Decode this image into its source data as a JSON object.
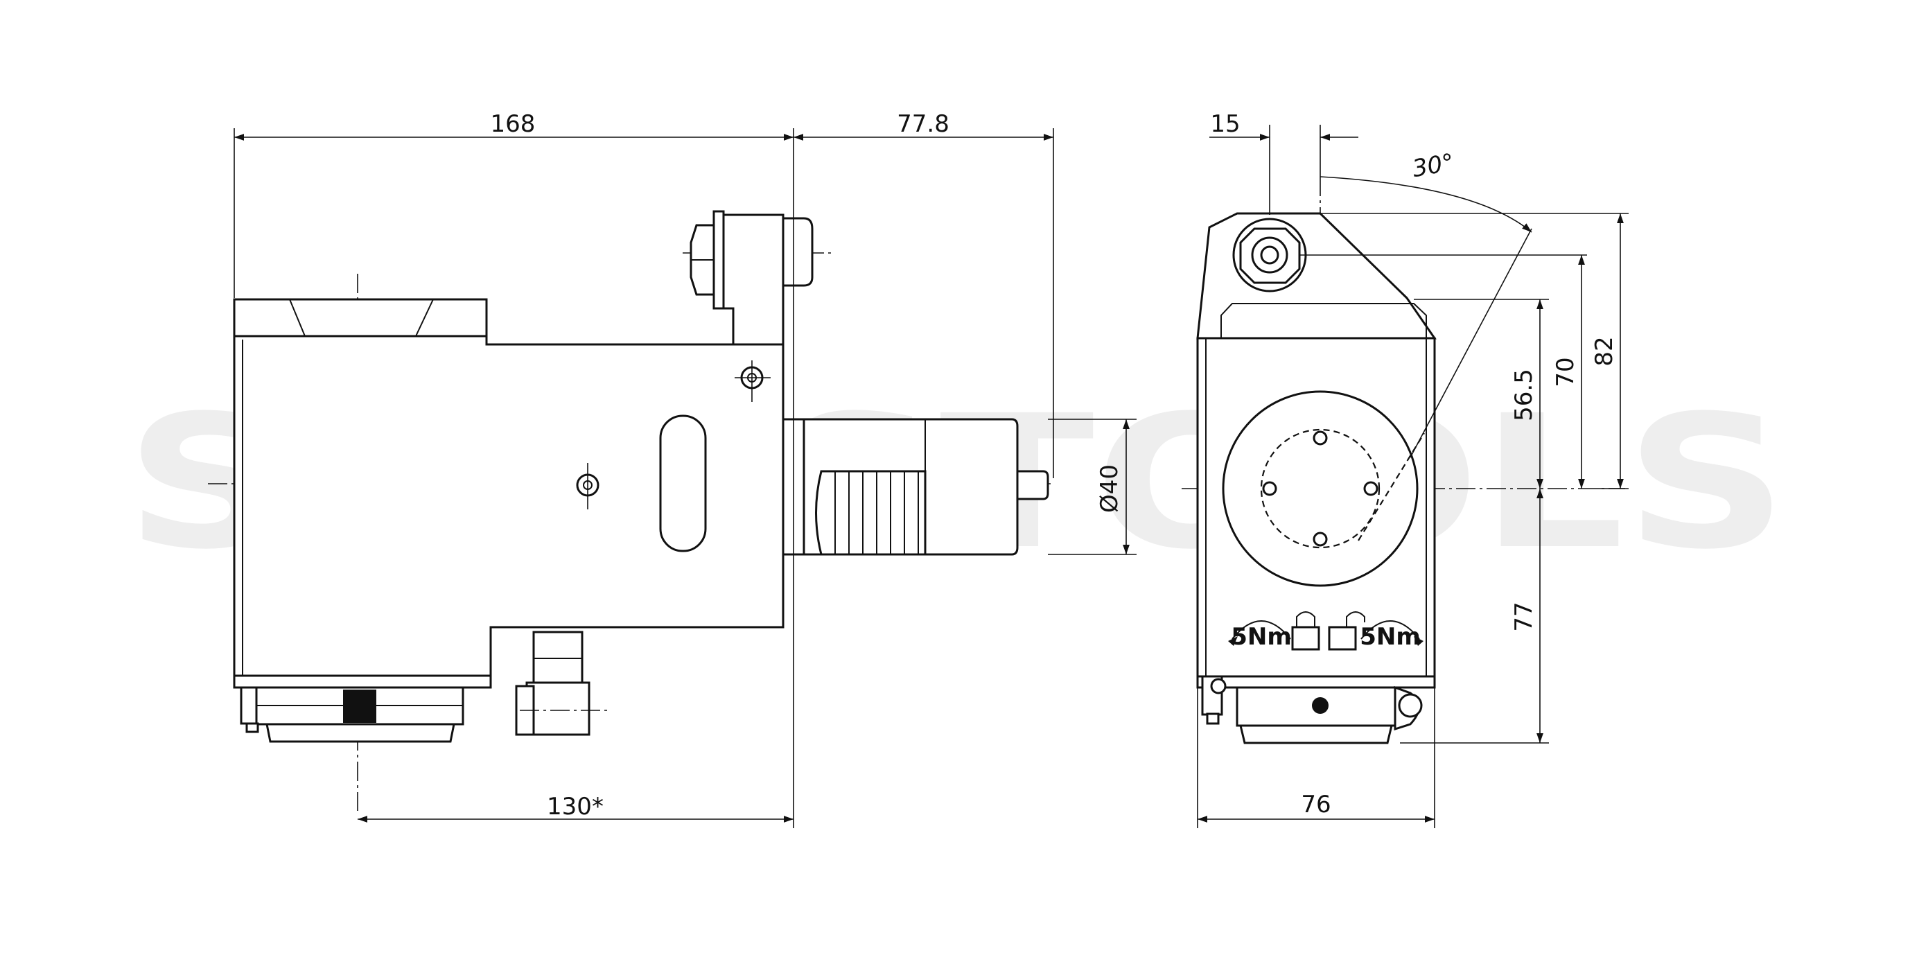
{
  "watermark": "SWISSTOOLS",
  "side_view": {
    "dim_top_left": "168",
    "dim_top_right": "77.8",
    "dim_bottom": "130*",
    "dim_diameter": "Ø40"
  },
  "front_view": {
    "dim_offset": "15",
    "dim_angle": "30°",
    "dim_height_1": "56.5",
    "dim_height_2": "70",
    "dim_height_3": "82",
    "dim_lower": "77",
    "dim_width": "76",
    "torque_left": "5Nm",
    "torque_right": "5Nm"
  }
}
